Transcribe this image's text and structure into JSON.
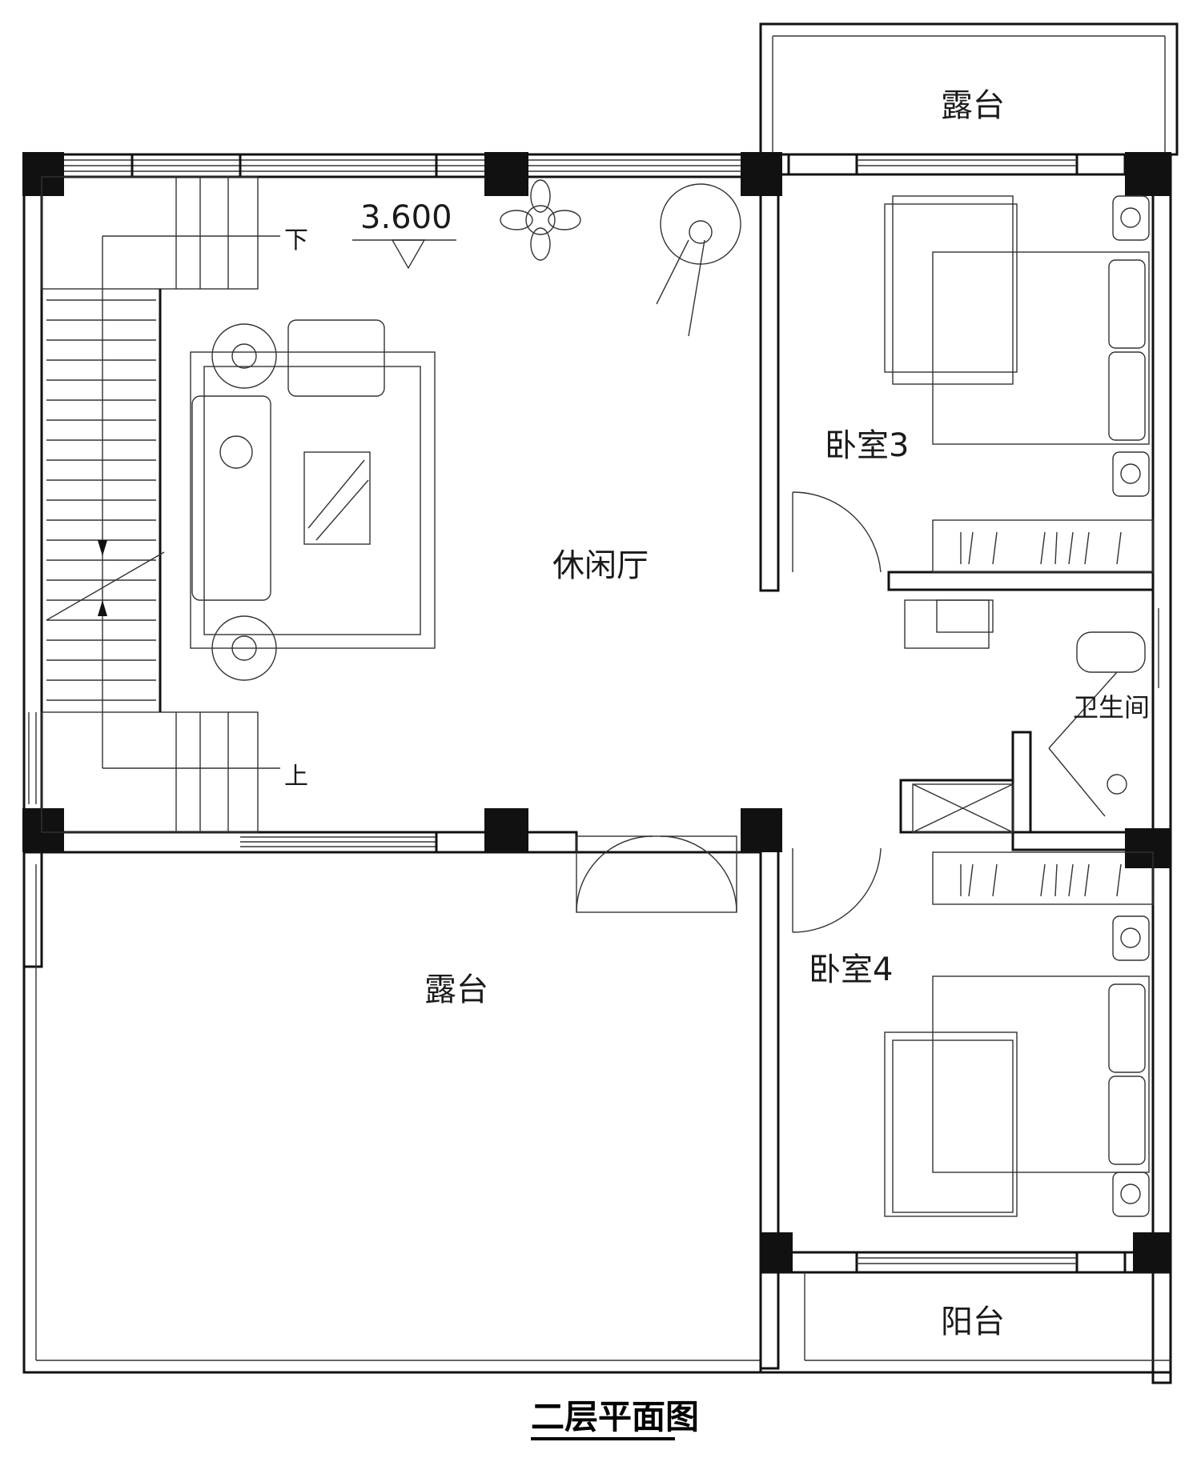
{
  "plan": {
    "title": "二层平面图",
    "elevation": "3.600",
    "stair": {
      "down_label": "下",
      "up_label": "上"
    },
    "rooms": {
      "terrace_top": "露台",
      "bedroom3": "卧室3",
      "lounge": "休闲厅",
      "bathroom": "卫生间",
      "bedroom4": "卧室4",
      "terrace_main": "露台",
      "balcony": "阳台"
    }
  }
}
